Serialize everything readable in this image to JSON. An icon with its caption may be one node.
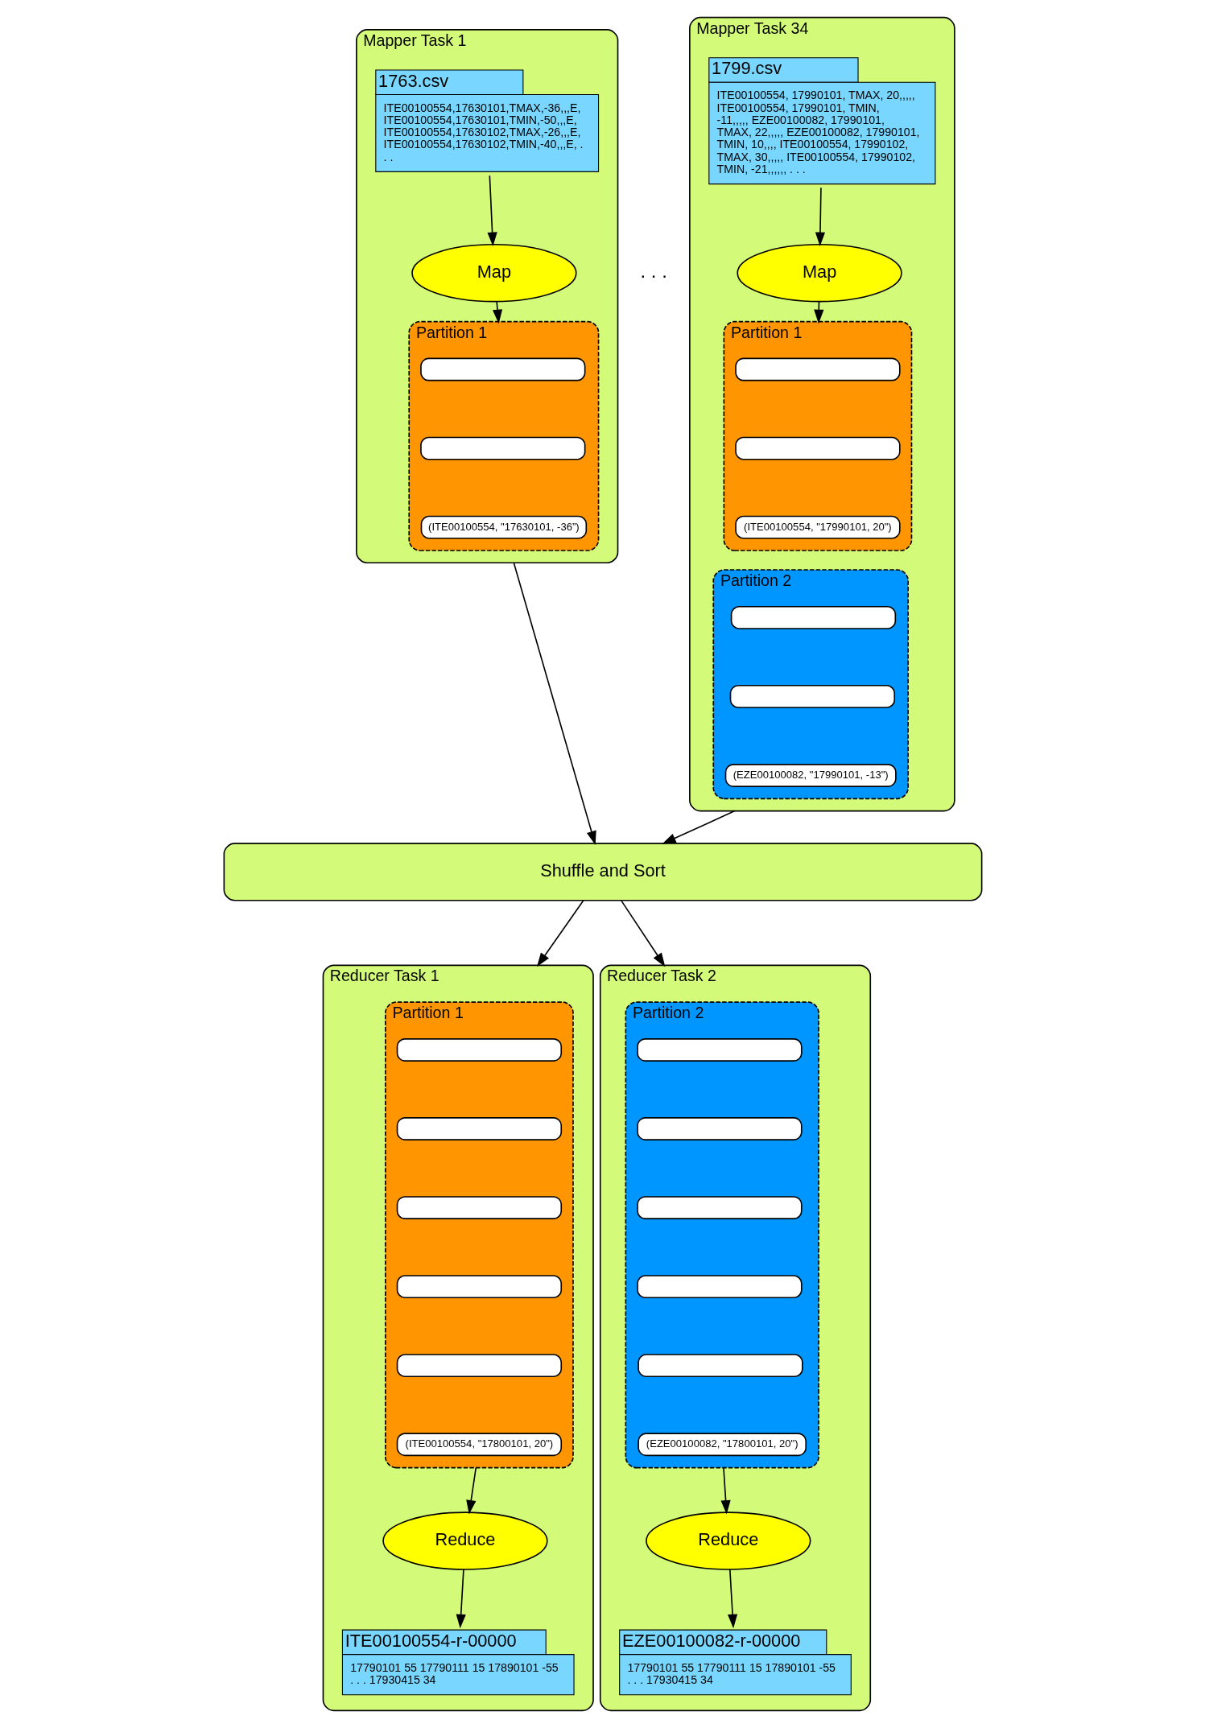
{
  "diagram": {
    "nodes": [
      {
        "text": [
          "Mapper Task 1"
        ]
      },
      {
        "text": [
          "1763.csv",
          "ITE00100554,17630101,TMAX,-36,,,E, ITE00100554,17630101,TMIN,-50,,,E, ITE00100554,17630102,TMAX,-26,,,E, ITE00100554,17630102,TMIN,-40,,,E, . . ."
        ],
        "in": 0
      },
      {
        "text": [
          "Map"
        ],
        "in": 0
      },
      {
        "text": [
          "Partition 1"
        ],
        "in": 0
      },
      {
        "text": [],
        "shape": "box",
        "in": 3
      },
      {
        "text": [],
        "shape": "box",
        "in": 3
      },
      {
        "text": [
          "(ITE00100554, \"17630101, -36”)"
        ],
        "in": 3
      },
      {
        "text": [
          "Mapper Task 34"
        ]
      },
      {
        "text": [
          "1799.csv",
          "ITE00100554, 17990101, TMAX, 20,,,,, ITE00100554, 17990101, TMIN, -11,,,,, EZE00100082, 17990101, TMAX, 22,,,,, EZE00100082, 17990101, TMIN, 10,,,, ITE00100554, 17990102, TMAX, 30,,,,, ITE00100554, 17990102, TMIN, -21,,,,,, . . ."
        ],
        "in": 7
      },
      {
        "text": [
          "Map"
        ],
        "in": 7
      },
      {
        "text": [
          "Partition 1"
        ],
        "in": 7
      },
      {
        "text": [],
        "shape": "box",
        "in": 10
      },
      {
        "text": [],
        "shape": "box",
        "in": 10
      },
      {
        "text": [
          "(ITE00100554, \"17990101, 20\")"
        ],
        "in": 10
      },
      {
        "text": [
          "Partition 2"
        ],
        "in": 7
      },
      {
        "text": [],
        "shape": "box",
        "in": 14
      },
      {
        "text": [],
        "shape": "box",
        "in": 14
      },
      {
        "text": [
          "(EZE00100082, \"17990101, -13\")"
        ],
        "in": 14
      },
      {
        "text": [
          "Shuffle and Sort"
        ]
      },
      {
        "text": [
          "Reducer Task 1"
        ]
      },
      {
        "text": [
          "Partition 1"
        ],
        "in": 19
      },
      {
        "text": [],
        "shape": "box",
        "in": 20
      },
      {
        "text": [],
        "shape": "box",
        "in": 20
      },
      {
        "text": [],
        "shape": "box",
        "in": 20
      },
      {
        "text": [],
        "shape": "box",
        "in": 20
      },
      {
        "text": [],
        "shape": "box",
        "in": 20
      },
      {
        "text": [
          "(ITE00100554, \"17800101, 20\")"
        ],
        "in": 20
      },
      {
        "text": [
          "Reduce"
        ],
        "in": 19
      },
      {
        "text": [
          "ITE00100554-r-00000",
          "17790101 55 17790111 15 17890101 -55 . . . 17930415 34"
        ],
        "in": 19
      },
      {
        "text": [
          "Reducer Task 2"
        ]
      },
      {
        "text": [
          "Partition 2"
        ],
        "in": 29
      },
      {
        "text": [],
        "shape": "box",
        "in": 30
      },
      {
        "text": [],
        "shape": "box",
        "in": 30
      },
      {
        "text": [],
        "shape": "box",
        "in": 30
      },
      {
        "text": [],
        "shape": "box",
        "in": 30
      },
      {
        "text": [],
        "shape": "box",
        "in": 30
      },
      {
        "text": [
          "(EZE00100082, \"17800101, 20\")"
        ],
        "in": 30
      },
      {
        "text": [
          "Reduce"
        ],
        "in": 29
      },
      {
        "text": [
          "EZE00100082-r-00000",
          "17790101 55 17790111 15 17890101 -55 . . . 17930415 34"
        ],
        "in": 29
      }
    ],
    "edges": [
      {
        "from": 1,
        "to": 2,
        "arrow": "to"
      },
      {
        "from": 2,
        "to": 3,
        "arrow": "to"
      },
      {
        "from": 8,
        "to": 9,
        "arrow": "to"
      },
      {
        "from": 9,
        "to": 10,
        "arrow": "to"
      },
      {
        "from": 0,
        "to": 18,
        "arrow": "to"
      },
      {
        "from": 7,
        "to": 18,
        "arrow": "to"
      },
      {
        "from": 18,
        "to": 19,
        "arrow": "to"
      },
      {
        "from": 18,
        "to": 29,
        "arrow": "to"
      },
      {
        "from": 20,
        "to": 27,
        "arrow": "to"
      },
      {
        "from": 27,
        "to": 28,
        "arrow": "to"
      },
      {
        "from": 30,
        "to": 37,
        "arrow": "to"
      },
      {
        "from": 37,
        "to": 38,
        "arrow": "to"
      }
    ],
    "labels": [
      ". . ."
    ]
  }
}
